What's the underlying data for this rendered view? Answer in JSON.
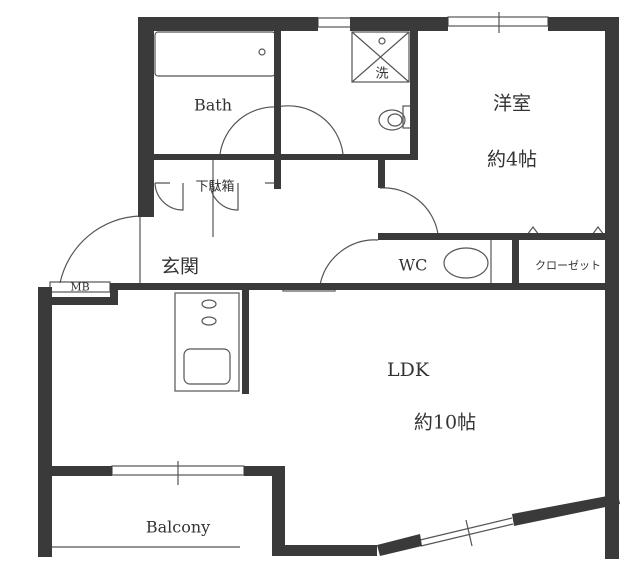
{
  "floor_plan": {
    "rooms": [
      {
        "id": "bath",
        "label": "Bath"
      },
      {
        "id": "western-room",
        "label": "洋室",
        "size": "約4帖"
      },
      {
        "id": "shoe-cabinet",
        "label": "下駄箱"
      },
      {
        "id": "entrance",
        "label": "玄関"
      },
      {
        "id": "meter-box",
        "label": "MB"
      },
      {
        "id": "wc",
        "label": "WC"
      },
      {
        "id": "closet",
        "label": "クローゼット"
      },
      {
        "id": "ldk",
        "label": "LDK",
        "size": "約10帖"
      },
      {
        "id": "balcony",
        "label": "Balcony"
      },
      {
        "id": "washer",
        "label": "洗"
      }
    ],
    "colors": {
      "wall": "#3a3a3a",
      "line": "#555555",
      "background": "#ffffff"
    }
  }
}
